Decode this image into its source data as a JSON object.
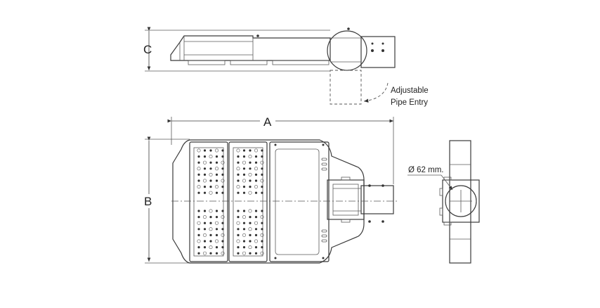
{
  "dimensions": {
    "a_label": "A",
    "b_label": "B",
    "c_label": "C"
  },
  "callouts": {
    "adjustable_line1": "Adjustable",
    "adjustable_line2": "Pipe Entry",
    "pipe_diameter": "Ø 62 mm."
  }
}
